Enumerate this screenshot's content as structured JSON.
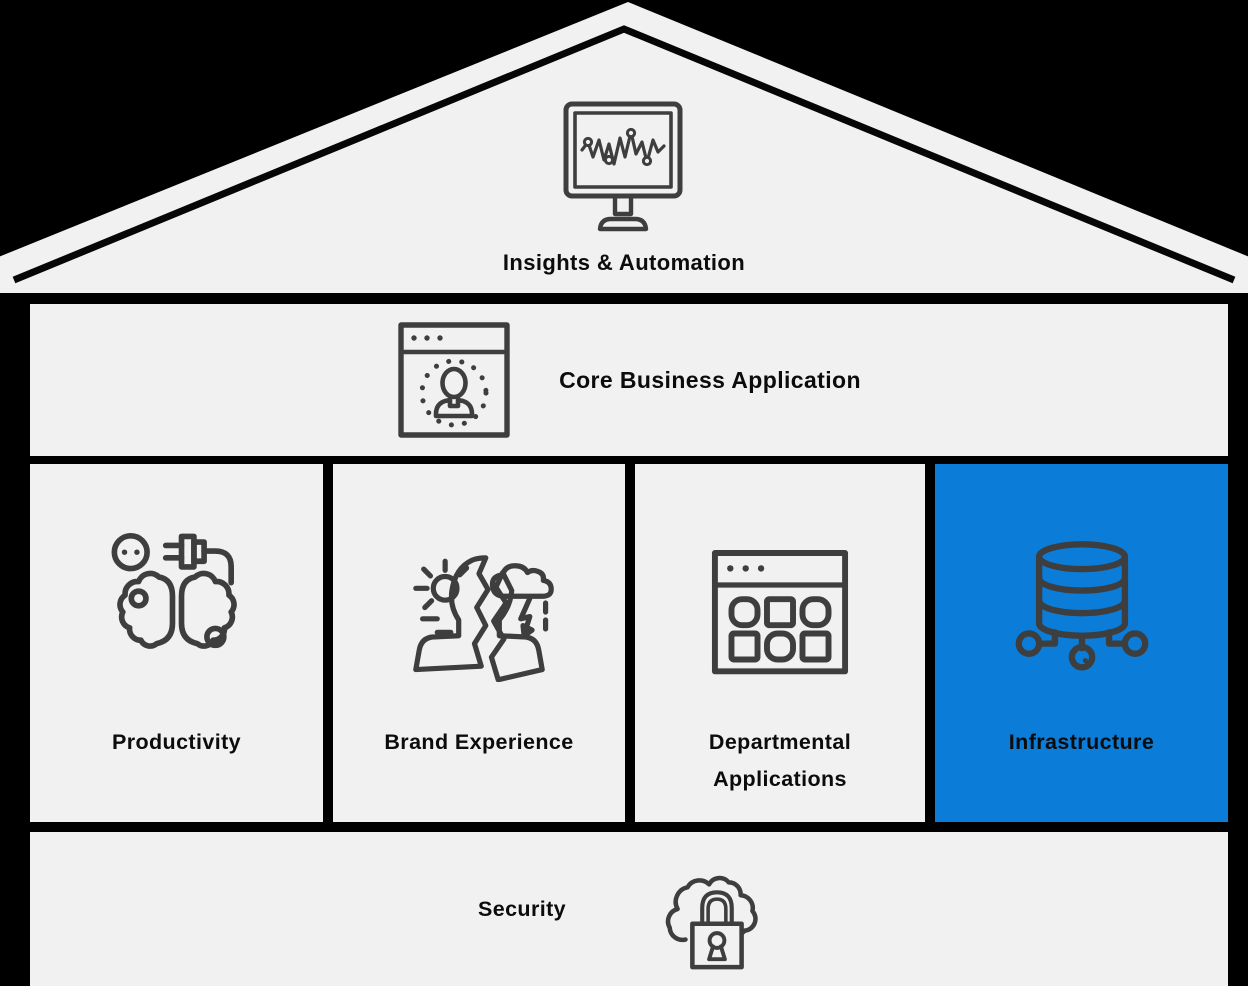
{
  "colors": {
    "background": "#000000",
    "panel_gray": "#f1f1f2",
    "highlight_blue": "#0b7cd7",
    "icon_stroke": "#3e3e3e",
    "text": "#0c0c0c"
  },
  "roof": {
    "label": "Insights & Automation",
    "icon": "monitor-chart-icon"
  },
  "core_band": {
    "label": "Core Business Application",
    "icon": "user-app-window-icon"
  },
  "columns": [
    {
      "label": "Productivity",
      "icon": "brain-plug-icon",
      "highlighted": false
    },
    {
      "label": "Brand Experience",
      "icon": "head-weather-icon",
      "highlighted": false
    },
    {
      "label": "Departmental Applications",
      "icon": "app-grid-window-icon",
      "highlighted": false
    },
    {
      "label": "Infrastructure",
      "icon": "database-network-icon",
      "highlighted": true
    }
  ],
  "security_band": {
    "label": "Security",
    "icon": "cloud-lock-icon"
  }
}
